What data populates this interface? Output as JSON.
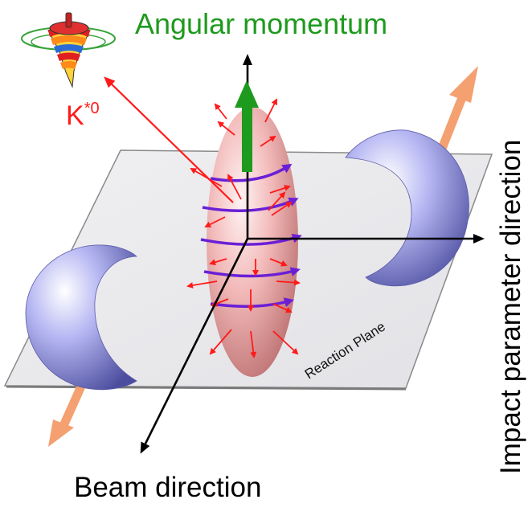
{
  "labels": {
    "angular_momentum": "Angular momentum",
    "particle": "K",
    "particle_superscript": "*0",
    "impact_parameter_direction": "Impact parameter direction",
    "beam_direction": "Beam direction",
    "reaction_plane": "Reaction Plane"
  },
  "colors": {
    "angular_momentum_arrow": "#1e9a1e",
    "particle_label": "#ff0000",
    "emission_arrows": "#ff0000",
    "vortex_rings": "#6a1fd6",
    "fireball": "#e9a3a3",
    "nuclei": "#8c8de0",
    "nucleus_motion_arrows": "#f4a070",
    "axes": "#000000",
    "reaction_plane_fill": "#e7e7ea"
  },
  "icons": {
    "spinning_top": "spinning-top-icon"
  }
}
